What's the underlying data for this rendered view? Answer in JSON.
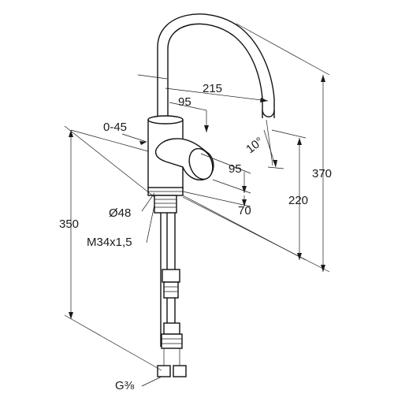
{
  "diagram": {
    "dimensions": {
      "spout_reach": "215",
      "lever_offset": "95",
      "swivel_range": "0-45",
      "spout_angle": "10°",
      "lever_depth": "95",
      "spout_height": "220",
      "total_height": "370",
      "base_offset": "70",
      "below_deck_length": "350",
      "base_diameter": "Ø48",
      "thread_size": "M34x1,5",
      "hose_connection": "G⅜"
    }
  }
}
